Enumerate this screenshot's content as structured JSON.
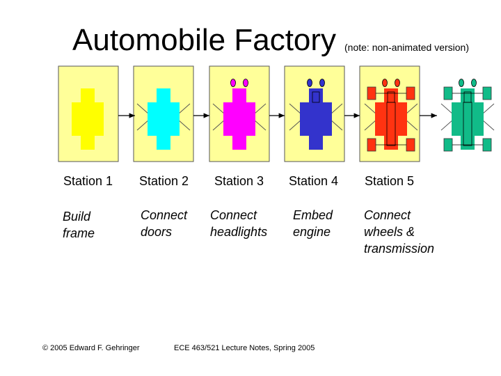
{
  "title": "Automobile Factory",
  "note": "(note: non-animated version)",
  "stations": [
    {
      "label": "Station 1",
      "task": "Build\nframe",
      "car_color": "#ffff00"
    },
    {
      "label": "Station 2",
      "task": "Connect\ndoors",
      "car_color": "#00ffff"
    },
    {
      "label": "Station 3",
      "task": "Connect\nheadlights",
      "car_color": "#ff00ff"
    },
    {
      "label": "Station 4",
      "task": "Embed\nengine",
      "car_color": "#3333cc"
    },
    {
      "label": "Station 5",
      "task": "Connect\nwheels &\ntransmission",
      "car_color": "#ff3311"
    }
  ],
  "output_car_color": "#11bb88",
  "station_box_color": "#ffff99",
  "footer": {
    "copyright": "© 2005 Edward F. Gehringer",
    "course": "ECE 463/521 Lecture Notes, Spring 2005"
  }
}
